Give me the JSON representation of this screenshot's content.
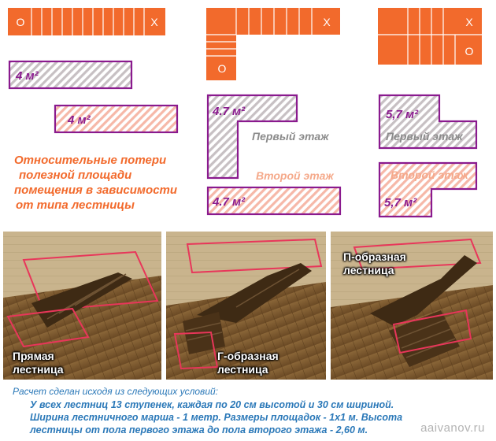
{
  "colors": {
    "orange": "#f26a2c",
    "purple": "#8a1a8e",
    "hatch_gray": "#c7c0c3",
    "hatch_pink": "#f6b8a8",
    "label_orange": "#f26a2c",
    "label_gray": "#8b8b8b",
    "label_pink": "#f5a98a",
    "note_blue": "#2a78b8"
  },
  "top_symbols": {
    "start": "O",
    "end": "X"
  },
  "areas": {
    "straight_first": "4 м²",
    "straight_second": "4 м²",
    "l_first": "4.7 м²",
    "l_second": "4.7 м²",
    "u_first": "5,7 м²",
    "u_second": "5,7 м²"
  },
  "floor_labels": {
    "first_floor": "Первый этаж",
    "second_floor": "Второй этаж"
  },
  "headline": [
    "Относительные потери",
    "полезной площади",
    "помещения в зависимости",
    "от типа лестницы"
  ],
  "photo_labels": {
    "straight": [
      "Прямая",
      "лестница"
    ],
    "l_shaped": [
      "Г-образная",
      "лестница"
    ],
    "u_shaped": [
      "П-образная",
      "лестница"
    ]
  },
  "note": {
    "intro": "Расчет сделан исходя из следующих условий:",
    "lines": [
      "У всех лестниц 13 ступенек,  каждая по 20 см высотой и 30 см шириной.",
      "Ширина лестничного марша - 1 метр. Размеры площадок - 1х1 м. Высота",
      "лестницы от пола первого этажа до пола второго этажа - 2,60 м."
    ]
  },
  "watermark": "aaivanov.ru"
}
